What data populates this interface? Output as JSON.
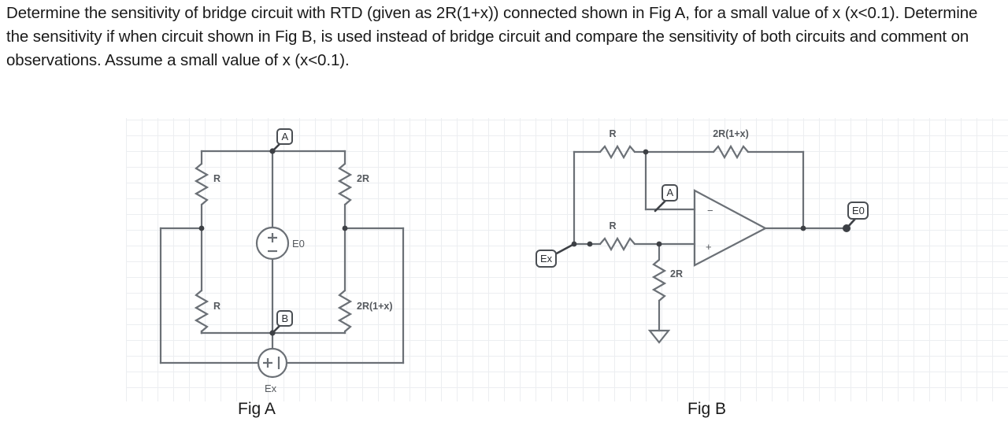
{
  "question": {
    "text": "Determine the sensitivity of bridge circuit with RTD (given as 2R(1+x)) connected shown in Fig A, for a small value of x (x<0.1). Determine the sensitivity if when circuit shown in Fig B, is used instead of bridge circuit and compare the sensitivity of both circuits and comment on observations. Assume a small value of x (x<0.1)."
  },
  "figures": {
    "fig_a": {
      "caption": "Fig A",
      "type": "wheatstone-bridge",
      "components": {
        "r_top_left": "R",
        "r_top_right": "2R",
        "r_bottom_left": "R",
        "r_bottom_right": "2R(1+x)",
        "source_bridge_label": "E0",
        "source_bridge_symbols": "+ −",
        "source_excitation_label": "Ex",
        "source_excitation_symbols": "+ |"
      },
      "nodes": {
        "node_a": "A",
        "node_b": "B"
      }
    },
    "fig_b": {
      "caption": "Fig B",
      "type": "difference-amplifier",
      "components": {
        "r_input_inverting": "R",
        "r_feedback": "2R(1+x)",
        "r_input_noninverting": "R",
        "r_to_ground": "2R",
        "opamp_inverting_symbol": "−",
        "opamp_noninverting_symbol": "+"
      },
      "terminals": {
        "input": "Ex",
        "output": "E0",
        "node_a": "A"
      }
    }
  },
  "colors": {
    "wire": "#6b7076",
    "wire_dark": "#3d4045",
    "grid": "#eceef1",
    "text": "#1a1a1a",
    "label": "#55595e",
    "background": "#ffffff"
  }
}
